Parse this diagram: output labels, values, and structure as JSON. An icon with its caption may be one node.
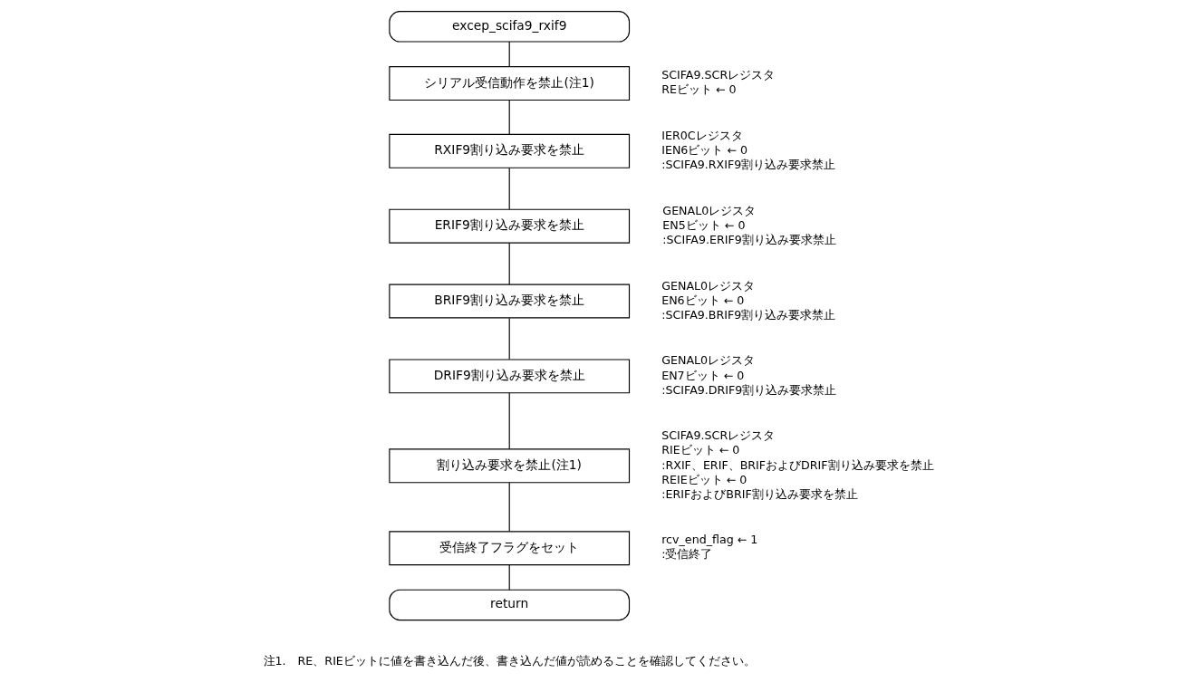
{
  "diagram": {
    "nodes": [
      {
        "text": [
          "excep_scifa9_rxif9"
        ]
      },
      {
        "text": [
          "シリアル受信動作を禁止(注1)"
        ],
        "beside": [
          "SCIFA9.SCRレジスタ",
          "REビット ← 0"
        ]
      },
      {
        "text": [
          "RXIF9割り込み要求を禁止"
        ],
        "beside": [
          "IER0Cレジスタ",
          "IEN6ビット ← 0",
          ":SCIFA9.RXIF9割り込み要求禁止"
        ]
      },
      {
        "text": [
          "ERIF9割り込み要求を禁止"
        ],
        "beside": [
          "GENAL0レジスタ",
          "EN5ビット ← 0",
          ":SCIFA9.ERIF9割り込み要求禁止"
        ]
      },
      {
        "text": [
          "BRIF9割り込み要求を禁止"
        ],
        "beside": [
          "GENAL0レジスタ",
          "EN6ビット ← 0",
          ":SCIFA9.BRIF9割り込み要求禁止"
        ]
      },
      {
        "text": [
          "DRIF9割り込み要求を禁止"
        ],
        "beside": [
          "GENAL0レジスタ",
          "EN7ビット ← 0",
          ":SCIFA9.DRIF9割り込み要求禁止"
        ]
      },
      {
        "text": [
          "割り込み要求を禁止(注1)"
        ],
        "beside": [
          "SCIFA9.SCRレジスタ",
          "RIEビット ← 0",
          ":RXIF、ERIF、BRIFおよびDRIF割り込み要求を禁止",
          "REIEビット ← 0",
          ":ERIFおよびBRIF割り込み要求を禁止"
        ]
      },
      {
        "text": [
          "受信終了フラグをセット"
        ],
        "beside": [
          "rcv_end_flag ← 1",
          ":受信終了"
        ]
      },
      {
        "text": [
          "return"
        ]
      }
    ],
    "edges": [
      {
        "from": 0,
        "to": 1,
        "arrow": "none"
      },
      {
        "from": 1,
        "to": 2,
        "arrow": "none"
      },
      {
        "from": 2,
        "to": 3,
        "arrow": "none"
      },
      {
        "from": 3,
        "to": 4,
        "arrow": "none"
      },
      {
        "from": 4,
        "to": 5,
        "arrow": "none"
      },
      {
        "from": 5,
        "to": 6,
        "arrow": "none"
      },
      {
        "from": 6,
        "to": 7,
        "arrow": "none"
      },
      {
        "from": 7,
        "to": 8,
        "arrow": "none"
      }
    ],
    "labels": [
      "注1.　RE、RIEビットに値を書き込んだ後、書き込んだ値が読めることを確認してください。"
    ]
  }
}
